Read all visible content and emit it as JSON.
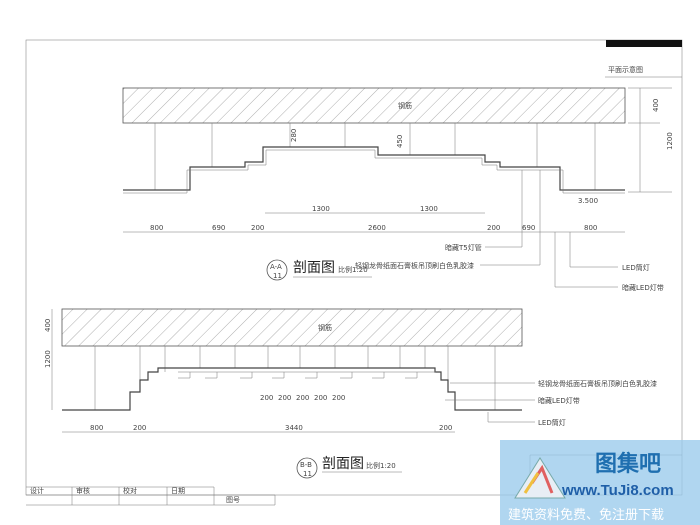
{
  "header": {
    "title": "平面示意图"
  },
  "section1": {
    "slab_label": "钢筋",
    "dims_right": [
      "400",
      "1200"
    ],
    "dims_inner": [
      "1300",
      "1300"
    ],
    "dims_bottom": [
      "800",
      "690",
      "200",
      "2600",
      "200",
      "690",
      "800"
    ],
    "dims_small": [
      "280",
      "450"
    ],
    "level": "3.500",
    "callouts": [
      "暗藏T5灯管",
      "轻钢龙骨纸面石膏板吊顶刷白色乳胶漆",
      "LED筒灯",
      "暗藏LED灯带"
    ],
    "marker": {
      "top": "A-A",
      "bottom": "11"
    },
    "title": "剖面图",
    "scale": "比例1:20"
  },
  "section2": {
    "slab_label": "钢筋",
    "dims_left": [
      "400",
      "1200"
    ],
    "dims_small": [
      "200",
      "200",
      "200",
      "200",
      "200"
    ],
    "dims_bottom": [
      "800",
      "200",
      "3440",
      "200"
    ],
    "callouts": [
      "轻钢龙骨纸面石膏板吊顶刷白色乳胶漆",
      "暗藏LED灯带",
      "LED筒灯"
    ],
    "marker": {
      "top": "B-B",
      "bottom": "11"
    },
    "title": "剖面图",
    "scale": "比例1:20"
  },
  "title_block": {
    "cells": [
      "设计",
      "审核",
      "校对",
      "日期"
    ],
    "drawing_no": "图号"
  },
  "watermark": {
    "name": "图集吧",
    "url": "www.TuJi8.com",
    "slogan": "建筑资料免费、免注册下载"
  }
}
